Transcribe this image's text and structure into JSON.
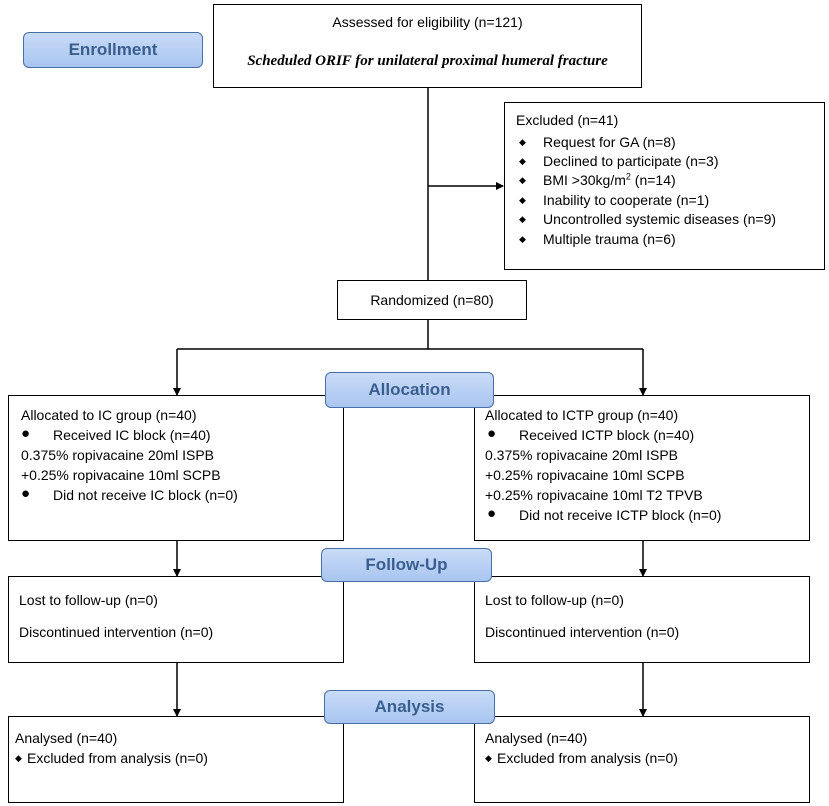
{
  "stages": {
    "enrollment": "Enrollment",
    "allocation": "Allocation",
    "followup": "Follow-Up",
    "analysis": "Analysis"
  },
  "assessed": {
    "title": "Assessed for eligibility (n=121)",
    "subtitle": "Scheduled ORIF for unilateral proximal humeral fracture"
  },
  "excluded": {
    "title": "Excluded (n=41)",
    "items": [
      "Request for GA (n=8)",
      "Declined to participate (n=3)",
      "BMI >30kg/m",
      "Inability to cooperate (n=1)",
      "Uncontrolled systemic diseases (n=9)",
      "Multiple trauma (n=6)"
    ],
    "bmi_sup": "2",
    "bmi_suffix": " (n=14)"
  },
  "randomized": "Randomized (n=80)",
  "ic": {
    "allocated": "Allocated to IC group (n=40)",
    "received": "Received IC block (n=40)",
    "dose1": "0.375% ropivacaine 20ml ISPB",
    "dose2": "+0.25% ropivacaine 10ml SCPB",
    "not_received": "Did not receive IC block (n=0)",
    "lost": "Lost to follow-up (n=0)",
    "discontinued": "Discontinued intervention (n=0)",
    "analysed": "Analysed (n=40)",
    "excluded_analysis": "Excluded from analysis (n=0)"
  },
  "ictp": {
    "allocated": "Allocated to ICTP group (n=40)",
    "received": "Received ICTP block (n=40)",
    "dose1": "0.375% ropivacaine 20ml ISPB",
    "dose2": "+0.25% ropivacaine 10ml SCPB",
    "dose3": "+0.25% ropivacaine 10ml T2 TPVB",
    "not_received": "Did not receive ICTP block (n=0)",
    "lost": "Lost to follow-up (n=0)",
    "discontinued": "Discontinued intervention (n=0)",
    "analysed": "Analysed (n=40)",
    "excluded_analysis": "Excluded from analysis (n=0)"
  }
}
